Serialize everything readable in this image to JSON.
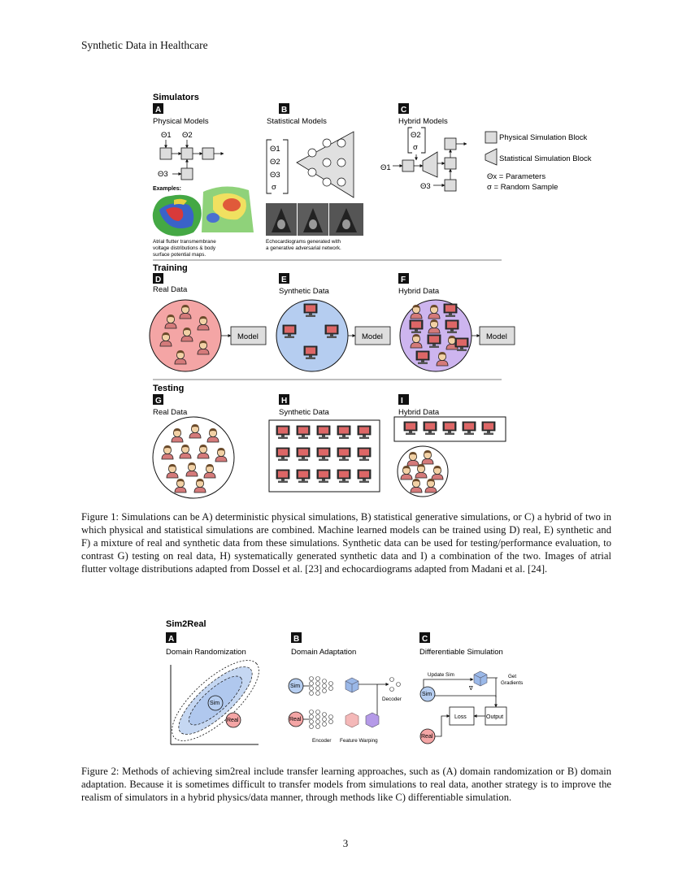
{
  "page": {
    "running_header": "Synthetic Data in Healthcare",
    "page_number": "3"
  },
  "figure1": {
    "simulators_heading": "Simulators",
    "panel_a": {
      "letter": "A",
      "title": "Physical Models",
      "examples_label": "Examples:",
      "note": [
        "Atrial flutter transmembrane",
        "voltage distributions & body",
        "surface potential maps."
      ]
    },
    "panel_b": {
      "letter": "B",
      "title": "Statistical Models",
      "note": [
        "Echocardiograms generated with",
        "a generative adversarial network."
      ]
    },
    "panel_c": {
      "letter": "C",
      "title": "Hybrid Models"
    },
    "params": {
      "theta1": "Θ1",
      "theta2": "Θ2",
      "theta3": "Θ3",
      "sigma": "σ"
    },
    "legend": {
      "physical_block": "Physical Simulation Block",
      "statistical_block": "Statistical Simulation Block",
      "parameters": "Θx = Parameters",
      "random_sample": "σ  = Random Sample"
    },
    "training_heading": "Training",
    "panel_d": {
      "letter": "D",
      "title": "Real Data"
    },
    "panel_e": {
      "letter": "E",
      "title": "Synthetic Data"
    },
    "panel_f": {
      "letter": "F",
      "title": "Hybrid Data"
    },
    "model_label": "Model",
    "testing_heading": "Testing",
    "panel_g": {
      "letter": "G",
      "title": "Real Data"
    },
    "panel_h": {
      "letter": "H",
      "title": "Synthetic Data"
    },
    "panel_i": {
      "letter": "I",
      "title": "Hybrid Data"
    },
    "caption": "Figure 1: Simulations can be A) deterministic physical simulations, B) statistical generative simulations, or C) a hybrid of two in which physical and statistical simulations are combined. Machine learned models can be trained using D) real, E) synthetic and F) a mixture of real and synthetic data from these simulations. Synthetic data can be used for testing/performance evaluation, to contrast G) testing on real data, H) systematically generated synthetic data and I) a combination of the two. Images of atrial flutter voltage distributions adapted from Dossel et al. [23] and echocardiograms adapted from Madani et al. [24]."
  },
  "figure2": {
    "heading": "Sim2Real",
    "panel_a": {
      "letter": "A",
      "title": "Domain Randomization",
      "sim": "Sim",
      "real": "Real"
    },
    "panel_b": {
      "letter": "B",
      "title": "Domain Adaptation",
      "sim": "Sim",
      "real": "Real",
      "decoder": "Decoder",
      "encoder": "Encoder",
      "warping": "Feature Warping"
    },
    "panel_c": {
      "letter": "C",
      "title": "Differentiable Simulation",
      "update_sim": "Update Sim",
      "get_gradients": [
        "Get",
        "Gradients"
      ],
      "nabla": "∇",
      "sim": "Sim",
      "real": "Real",
      "loss": "Loss",
      "output": "Output"
    },
    "caption": "Figure 2: Methods of achieving sim2real include transfer learning approaches, such as (A) domain randomization or B) domain adaptation. Because it is sometimes difficult to transfer models from simulations to real data, another strategy is to improve the realism of simulators in a hybrid physics/data manner, through methods like C) differentiable simulation."
  },
  "colors": {
    "real": "#f4a5a5",
    "synthetic": "#b5cdf0",
    "hybrid": "#cdb5ef",
    "block": "#dcdcdc"
  }
}
